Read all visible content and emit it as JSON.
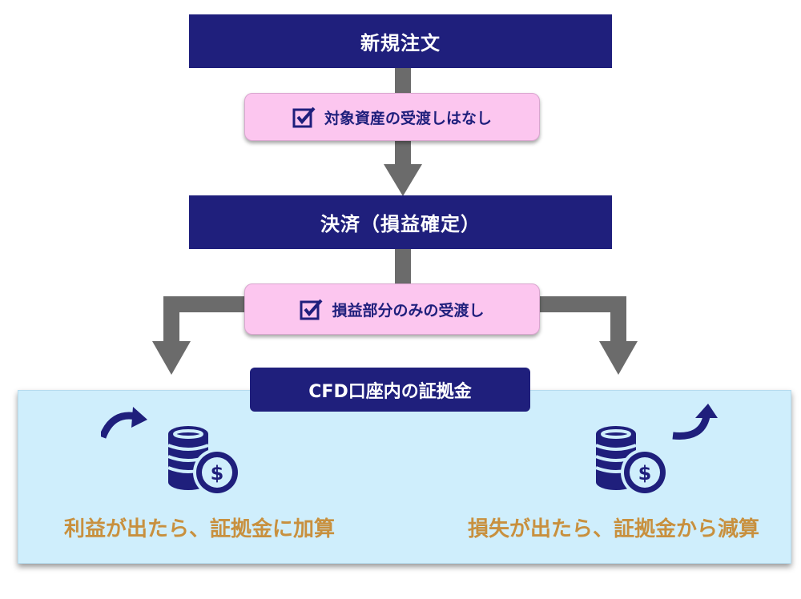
{
  "steps": {
    "new_order": "新規注文",
    "note_1": "対象資産の受渡しはなし",
    "settlement": "決済（損益確定）",
    "note_2": "損益部分のみの受渡し"
  },
  "account": {
    "label": "CFD口座内の証拠金",
    "profit_caption": "利益が出たら、証拠金に加算",
    "loss_caption": "損失が出たら、証拠金から減算"
  },
  "colors": {
    "navy": "#1f1f7c",
    "pink": "#fcc6ef",
    "panel": "#cfeefc",
    "caption": "#c8903e",
    "connector": "#6b6b6b"
  },
  "icons": [
    "checkbox-icon",
    "coin-stack-dollar-icon",
    "curved-arrow-icon"
  ]
}
